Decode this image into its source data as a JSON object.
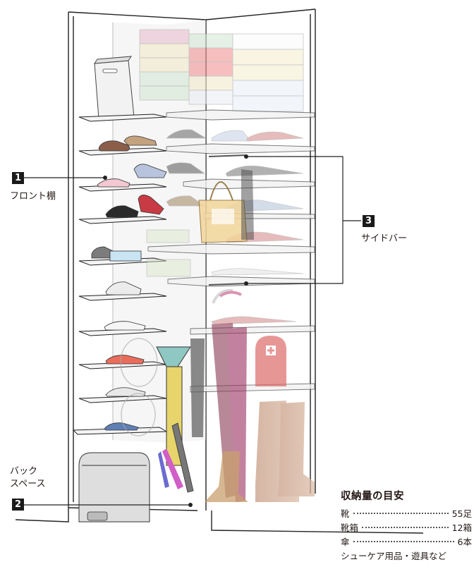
{
  "labels": {
    "front_shelf": {
      "number": "1",
      "text": "フロント棚"
    },
    "back_space": {
      "number": "2",
      "text_line1": "バック",
      "text_line2": "スペース"
    },
    "side_bar": {
      "number": "3",
      "text": "サイドバー"
    }
  },
  "capacity": {
    "title": "収納量の目安",
    "rows": [
      {
        "name": "靴",
        "value": "55足"
      },
      {
        "name": "靴箱",
        "value": "12箱"
      },
      {
        "name": "傘",
        "value": "6本"
      }
    ],
    "note": "シューケア用品・遊具など"
  }
}
